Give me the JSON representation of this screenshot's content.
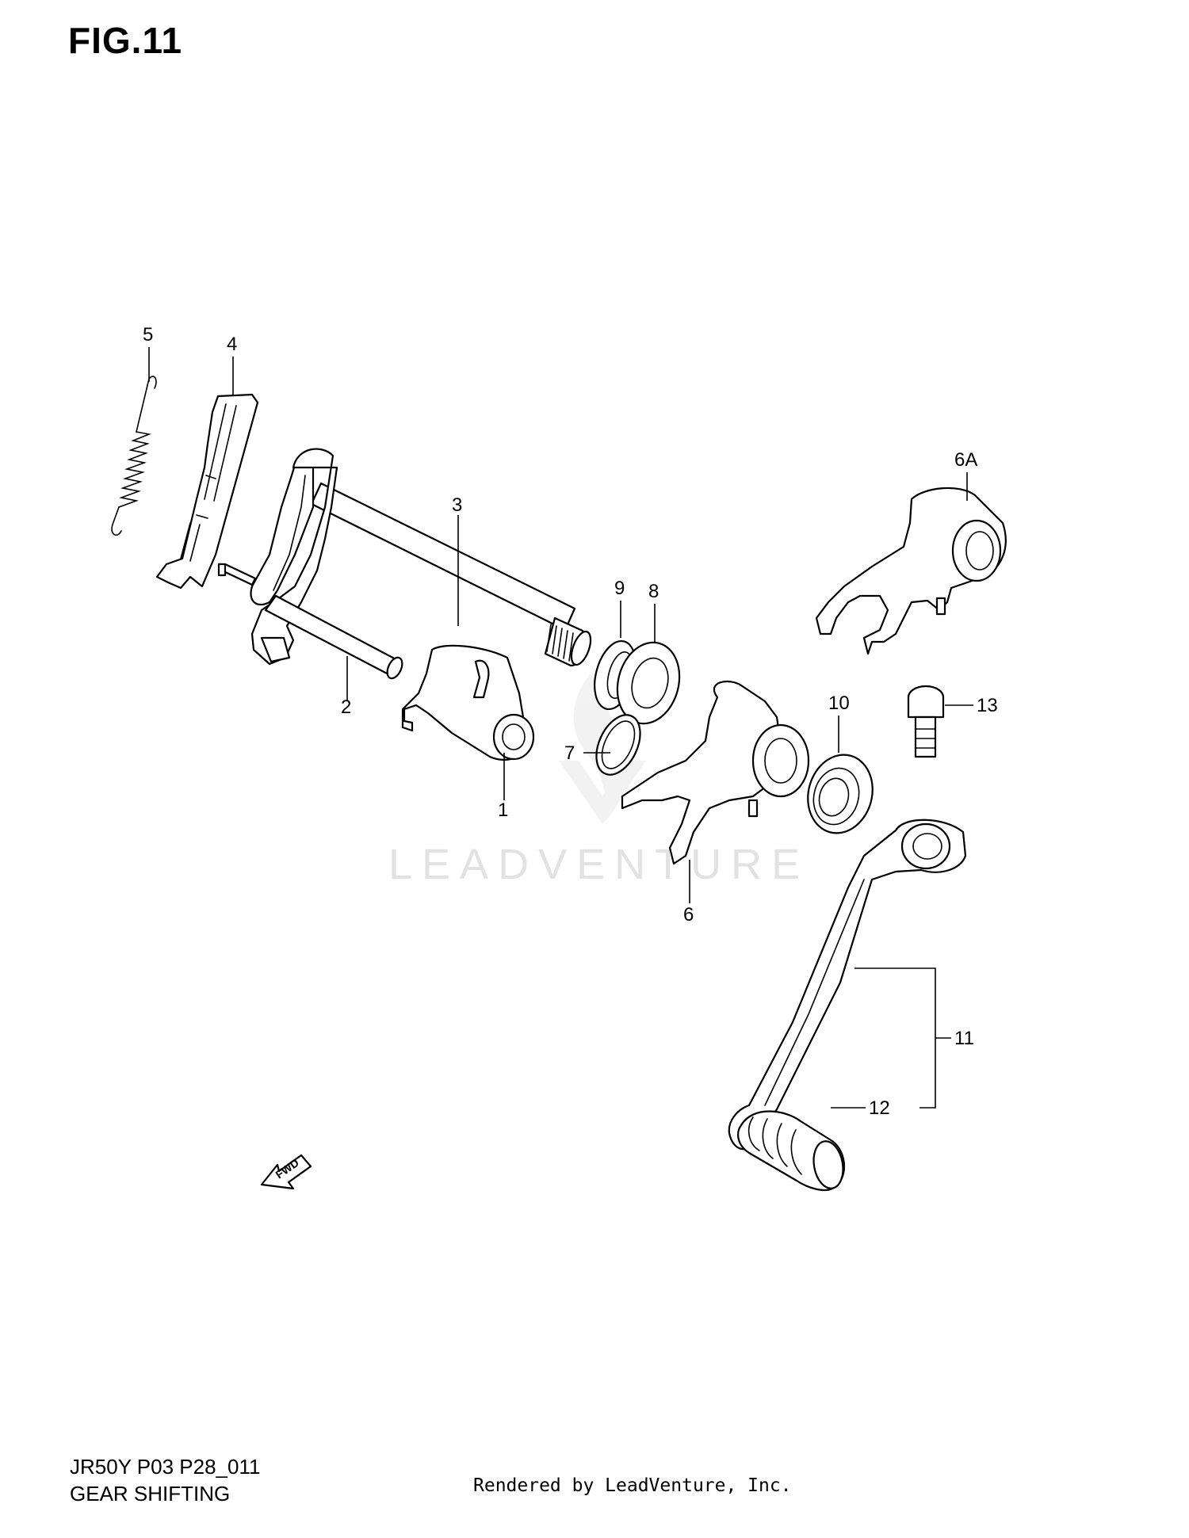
{
  "figure": {
    "title": "FIG.11",
    "code": "JR50Y P03 P28_011",
    "subtitle": "GEAR SHIFTING",
    "rendered_by": "Rendered by LeadVenture, Inc.",
    "watermark": "LEADVENTURE"
  },
  "callouts": {
    "c1": "1",
    "c2": "2",
    "c3": "3",
    "c4": "4",
    "c5": "5",
    "c6": "6",
    "c6a": "6A",
    "c7": "7",
    "c8": "8",
    "c9": "9",
    "c10": "10",
    "c11": "11",
    "c12": "12",
    "c13": "13"
  },
  "arrow_label": "FWD"
}
